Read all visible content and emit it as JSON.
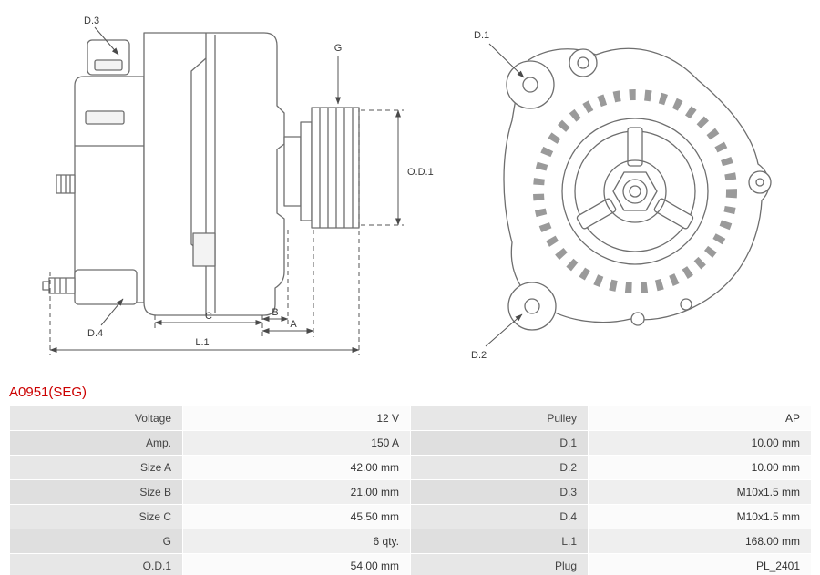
{
  "part_number": "A0951(SEG)",
  "colors": {
    "accent": "#cc0000",
    "table_label_bg": "#e7e7e7",
    "table_label_bg_alt": "#dfdfdf",
    "table_value_bg": "#fbfbfb",
    "table_value_bg_alt": "#efefef",
    "drawing_line": "#6e6e6e",
    "dimension_line": "#555555"
  },
  "diagram": {
    "labels": {
      "d1": "D.1",
      "d2": "D.2",
      "d3": "D.3",
      "d4": "D.4",
      "g": "G",
      "od1": "O.D.1",
      "a": "A",
      "b": "B",
      "c": "C",
      "l1": "L.1"
    }
  },
  "specs": {
    "rows": [
      {
        "l1": "Voltage",
        "v1": "12 V",
        "l2": "Pulley",
        "v2": "AP"
      },
      {
        "l1": "Amp.",
        "v1": "150 A",
        "l2": "D.1",
        "v2": "10.00 mm"
      },
      {
        "l1": "Size A",
        "v1": "42.00 mm",
        "l2": "D.2",
        "v2": "10.00 mm"
      },
      {
        "l1": "Size B",
        "v1": "21.00 mm",
        "l2": "D.3",
        "v2": "M10x1.5 mm"
      },
      {
        "l1": "Size C",
        "v1": "45.50 mm",
        "l2": "D.4",
        "v2": "M10x1.5 mm"
      },
      {
        "l1": "G",
        "v1": "6 qty.",
        "l2": "L.1",
        "v2": "168.00 mm"
      },
      {
        "l1": "O.D.1",
        "v1": "54.00 mm",
        "l2": "Plug",
        "v2": "PL_2401"
      }
    ]
  }
}
